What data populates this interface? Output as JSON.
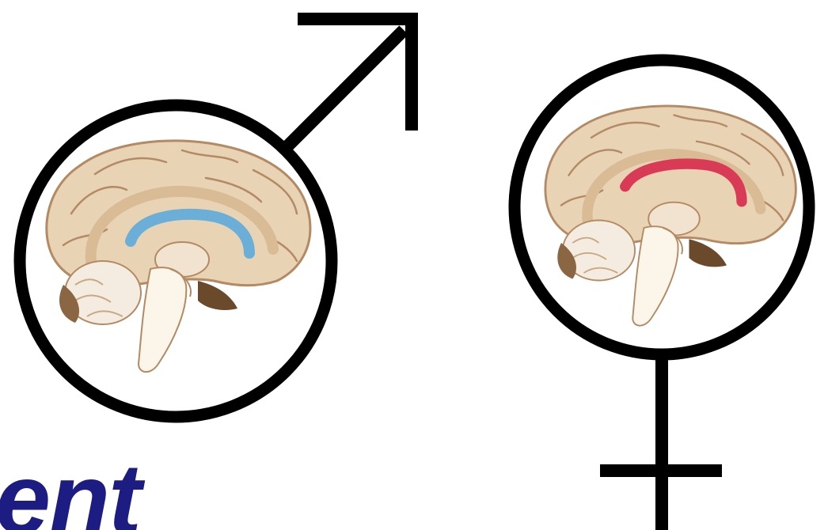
{
  "partial_word": "ent",
  "symbols": [
    {
      "name": "male",
      "icon": "male-symbol-icon",
      "highlight": "corpus-callosum",
      "highlight_color": "#6baed8"
    },
    {
      "name": "female",
      "icon": "female-symbol-icon",
      "highlight": "corpus-callosum",
      "highlight_color": "#d93a55"
    }
  ],
  "colors": {
    "stroke": "#000000",
    "brain_tissue": "#e9d3b5",
    "brain_shadow": "#b38a63",
    "brainstem": "#fbf5ea",
    "text": "#1c1c82"
  }
}
